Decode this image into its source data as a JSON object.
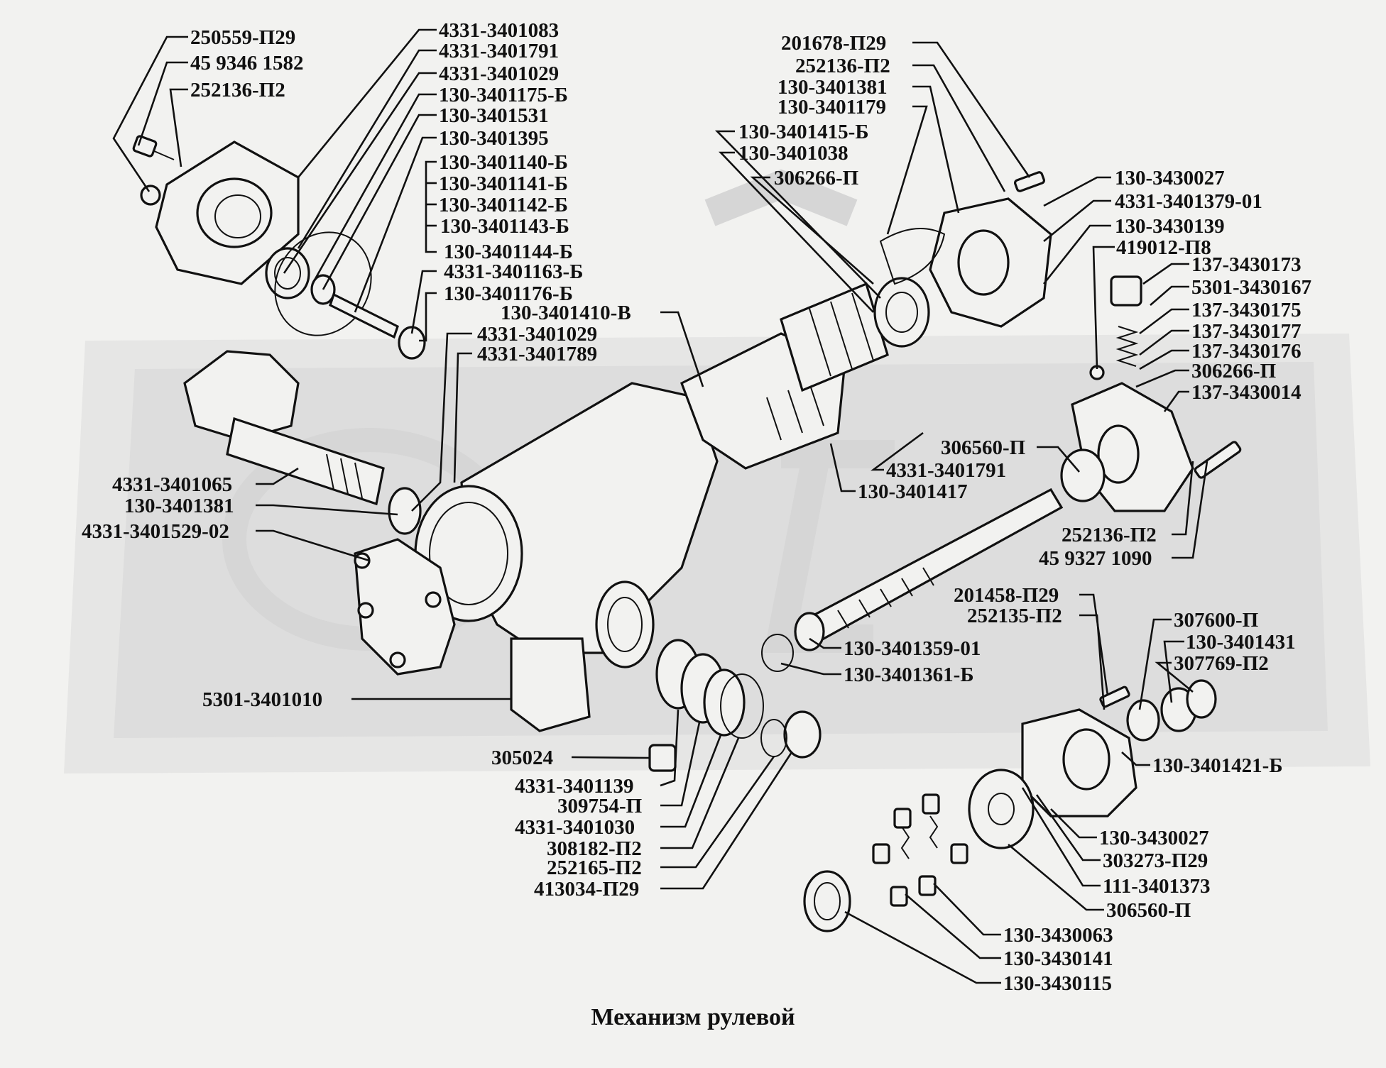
{
  "caption": "Механизм рулевой",
  "labels": {
    "l01": "250559-П29",
    "l02": "45 9346 1582",
    "l03": "252136-П2",
    "l04": "4331-3401083",
    "l05": "4331-3401791",
    "l06": "4331-3401029",
    "l07": "130-3401175-Б",
    "l08": "130-3401531",
    "l09": "130-3401395",
    "l10": "130-3401140-Б",
    "l11": "130-3401141-Б",
    "l12": "130-3401142-Б",
    "l13": "130-3401143-Б",
    "l14": "130-3401144-Б",
    "l15": "4331-3401163-Б",
    "l16": "130-3401176-Б",
    "l17": "130-3401410-В",
    "l18": "4331-3401029",
    "l19": "4331-3401789",
    "l20": "201678-П29",
    "l21": "252136-П2",
    "l22": "130-3401381",
    "l23": "130-3401179",
    "l24": "130-3401415-Б",
    "l25": "130-3401038",
    "l26": "306266-П",
    "l27": "130-3430027",
    "l28": "4331-3401379-01",
    "l29": "130-3430139",
    "l30": "419012-П8",
    "l31": "137-3430173",
    "l32": "5301-3430167",
    "l33": "137-3430175",
    "l34": "137-3430177",
    "l35": "137-3430176",
    "l36": "306266-П",
    "l37": "137-3430014",
    "l38": "306560-П",
    "l39": "4331-3401791",
    "l40": "130-3401417",
    "l41": "4331-3401065",
    "l42": "130-3401381",
    "l43": "4331-3401529-02",
    "l44": "252136-П2",
    "l45": "45 9327 1090",
    "l46": "201458-П29",
    "l47": "252135-П2",
    "l48": "307600-П",
    "l49": "130-3401431",
    "l50": "307769-П2",
    "l51": "130-3401359-01",
    "l52": "130-3401361-Б",
    "l53": "5301-3401010",
    "l54": "130-3401421-Б",
    "l55": "305024",
    "l56": "4331-3401139",
    "l57": "309754-П",
    "l58": "4331-3401030",
    "l59": "308182-П2",
    "l60": "252165-П2",
    "l61": "413034-П29",
    "l62": "130-3430027",
    "l63": "303273-П29",
    "l64": "111-3401373",
    "l65": "306560-П",
    "l66": "130-3430063",
    "l67": "130-3430141",
    "l68": "130-3430115"
  }
}
